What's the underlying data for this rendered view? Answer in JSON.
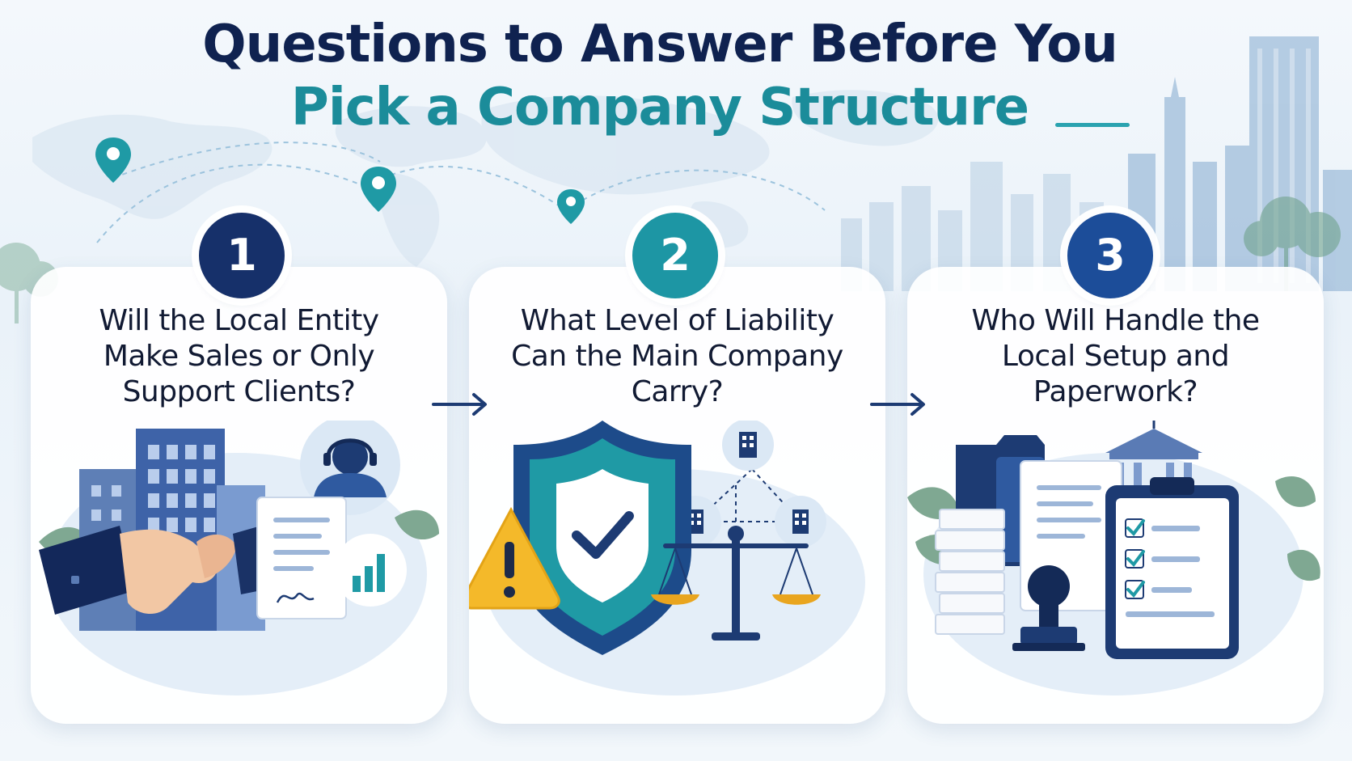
{
  "title": {
    "line1": "Questions to Answer Before You",
    "line2": "Pick a Company Structure"
  },
  "colors": {
    "navy": "#0f2250",
    "teal": "#1b8c9a",
    "badge_1": "#16306a",
    "badge_2": "#1d96a4",
    "badge_3": "#1c4d99",
    "warning_yellow": "#f4b92a"
  },
  "steps": [
    {
      "number": "1",
      "question": "Will the Local Entity Make Sales or Only Support Clients?",
      "icons": [
        "office-building-icon",
        "handshake-icon",
        "support-agent-headset-icon",
        "signed-contract-icon",
        "bar-chart-icon"
      ]
    },
    {
      "number": "2",
      "question": "What Level of Liability Can the Main Company Carry?",
      "icons": [
        "shield-check-icon",
        "warning-triangle-icon",
        "company-network-icon",
        "balance-scale-icon"
      ]
    },
    {
      "number": "3",
      "question": "Who Will Handle the Local Setup and Paperwork?",
      "icons": [
        "document-folder-icon",
        "paper-stack-icon",
        "rubber-stamp-icon",
        "government-building-icon",
        "checklist-clipboard-icon"
      ]
    }
  ],
  "decorations": [
    "world-map-icon",
    "location-pin-icon",
    "city-skyline-icon",
    "arrow-right-icon"
  ]
}
